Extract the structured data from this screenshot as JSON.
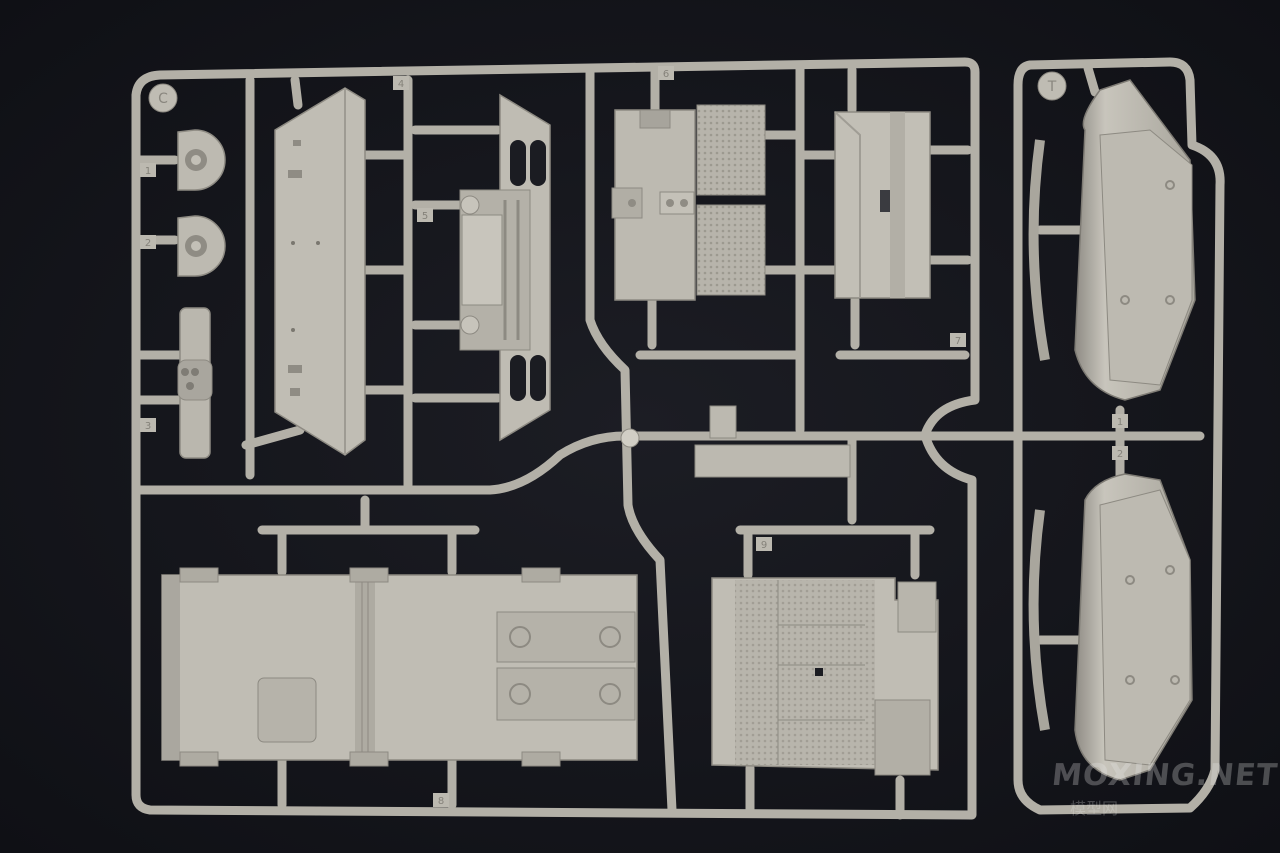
{
  "photo": {
    "colors": {
      "background": "#15161c",
      "plastic": "#b9b6ad",
      "plastic_shade": "#9a978f",
      "plastic_light": "#d2cfc6"
    },
    "sprue_letters": {
      "left": "C",
      "right": "T"
    },
    "part_numbers": [
      "1",
      "2",
      "3",
      "4",
      "5",
      "6",
      "7",
      "8",
      "9",
      "1",
      "2"
    ],
    "watermark": "MOXING.NET",
    "watermark_sub": "模型网"
  }
}
